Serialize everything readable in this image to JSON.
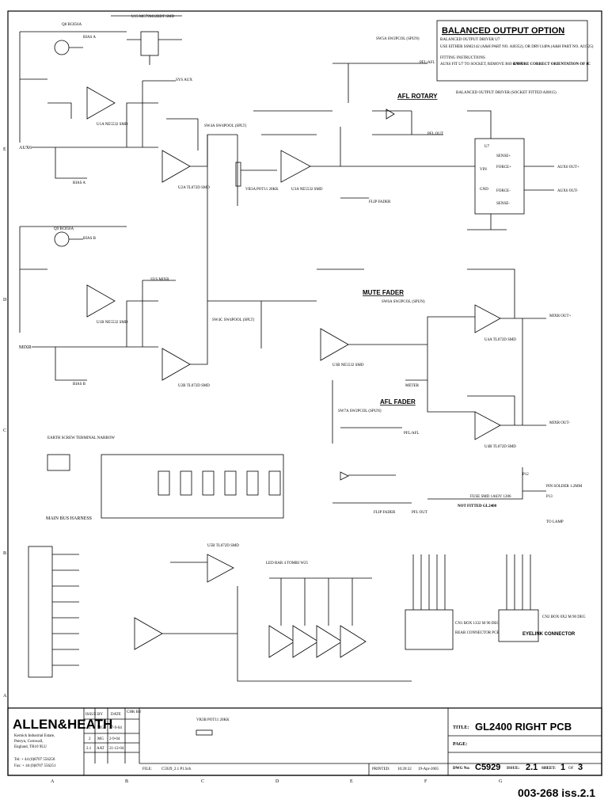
{
  "balanced_option": {
    "title": "BALANCED OUTPUT OPTION",
    "lines": [
      "BALANCED OUTPUT DRIVER U7",
      "USE EITHER SSM2142 (A&H PART NO. AI0352), OR DRV134PA (A&H PART NO. AI1525)",
      "FITTING INSTRUCTIONS",
      "AUX6 FIT U7 TO SOCKET, REMOVE R69 & R70",
      "ENSURE CORRECT ORIENTATION OF IC"
    ]
  },
  "section_labels": {
    "afl_rotary": "AFL ROTARY",
    "mute_fader": "MUTE FADER",
    "afl_fader": "AFL FADER",
    "main_bus": "MAIN BUS HARNESS",
    "balanced_driver": "BALANCED OUTPUT DRIVER (SOCKET FITTED AI0015)",
    "rear_connector": "REAR CONNECTOR PCB",
    "eyelink": "EYELINK CONNECTOR",
    "earth_screw": "EARTH SCREW TERMINAL NARROW",
    "led_bar": "LED BAR 4 TOMBI W25",
    "not_fitted": "NOT FITTED GL2400",
    "to_lamp": "TO LAMP",
    "pin_solder": "PIN SOLDER 1.2MM"
  },
  "signals": {
    "aux_out_pos": "AUX6 OUT+",
    "aux_out_neg": "AUX6 OUT-",
    "mixr_out_pos": "MIXR OUT+",
    "mixr_out_neg": "MIXR OUT-",
    "aux_in": "AUX6",
    "mixr_in": "MIXR",
    "bias_a": "BIAS A",
    "bias_b": "BIAS B",
    "sys_aux": "SYS AUX",
    "sys_mixr": "SYS MIXR",
    "pfl_afl": "PFL/AFL",
    "flip_fader": "FLIP FADER",
    "meter": "METER",
    "pfl_out": "PFL OUT"
  },
  "components": {
    "u1a": "U1A NE5532 SMD",
    "u2a": "U2A TL072D SMD",
    "u3a": "U3A NE5532 SMD",
    "u1b": "U1B NE5532 SMD",
    "u2b": "U2B TL072D SMD",
    "u3b": "U3B NE5532 SMD",
    "u4a": "U4A TL072D SMD",
    "u4b": "U4B TL072D SMD",
    "u5b": "U5B TL072D SMD",
    "u7": "U7",
    "u15": "U15 MC79M12BDT SMD",
    "vr3a": "VR3A POT11 20KK",
    "vr3b": "VR3B POT11 20KK",
    "sw4a": "SW4A SW4POOL (SPLT)",
    "sw4c": "SW4C SW4POOL (SPLT)",
    "sw5a": "SW5A SW2PCOL (SPUN)",
    "sw6a": "SW6A SW2PCOL (SPUN)",
    "sw7a": "SW7A SW2PCOL (SPUN)",
    "q8": "Q8 BC856A",
    "q9": "Q9 BC856A",
    "cn1": "CN1 BOX 1332 M 90 DEG",
    "cn2": "CN2 BOX 0X2 M 90 DEG",
    "f1": "FUSE SMD 1A63V 1206",
    "p12": "P12",
    "p13": "P13"
  },
  "title_block": {
    "company": "ALLEN&HEATH",
    "address": [
      "Kernick Industrial Estate,",
      "Penryn, Cornwall,",
      "England, TR10 9LU"
    ],
    "tel": "Tel:  + 44 (0)8707 556250",
    "fax": "Fax:  + 44 (0)8707 556251",
    "rev_headers": [
      "ISSUE",
      "BY",
      "DATE",
      "CHK BY"
    ],
    "revisions": [
      [
        "1",
        "MG",
        "27-9-04",
        ""
      ],
      [
        "2",
        "MG",
        "2-9-04",
        ""
      ],
      [
        "2.1",
        "AAT",
        "21-12-04",
        ""
      ]
    ],
    "title_label": "TITLE:",
    "title": "GL2400 RIGHT PCB",
    "page_label": "PAGE:",
    "file_label": "FILE:",
    "file": "C5929_2.1 P1.Sch",
    "printed_label": "PRINTED:",
    "printed_time": "10:20:32",
    "printed_date": "19-Apr-2005",
    "dwg_label": "DWG No:",
    "dwg_no": "C5929",
    "issue_label": "ISSUE:",
    "issue": "2.1",
    "sheet_label": "SHEET:",
    "sheet": "1",
    "of_label": "OF",
    "sheet_total": "3",
    "doc_number": "003-268 iss.2.1"
  },
  "grid": {
    "columns": [
      "A",
      "B",
      "C",
      "D",
      "E",
      "F",
      "G"
    ],
    "rows": [
      "E",
      "D",
      "C",
      "B",
      "A"
    ]
  }
}
